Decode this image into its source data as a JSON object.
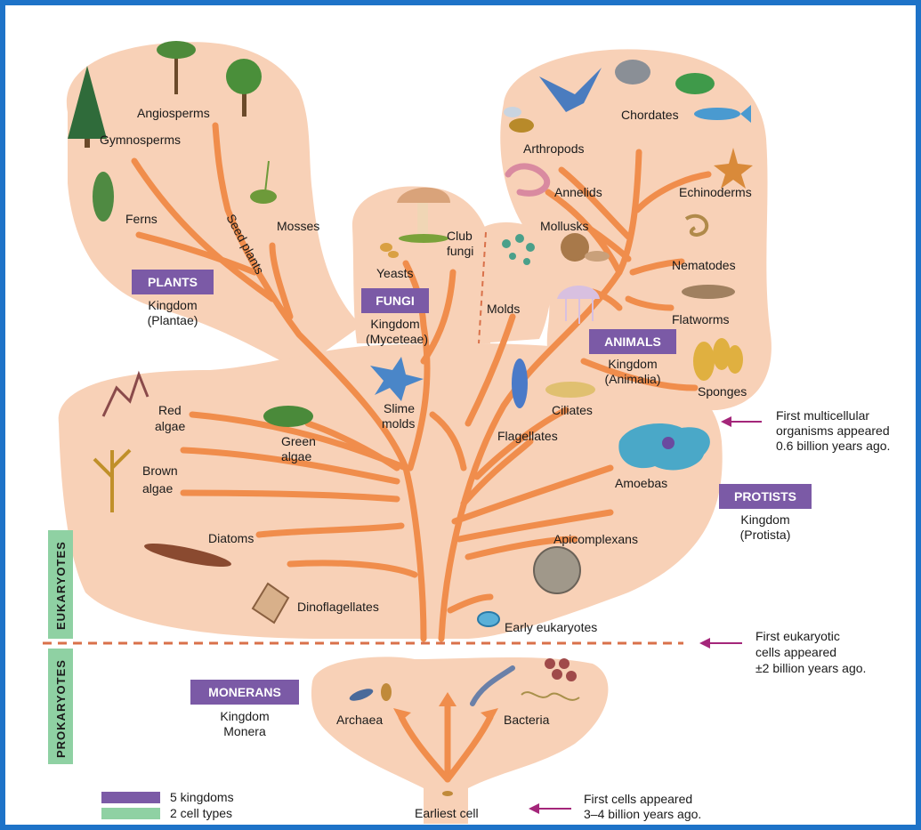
{
  "colors": {
    "kingdom_box": "#7b5aa6",
    "cell_type_box": "#8fd1a3",
    "blob": "#f8d1b7",
    "branch": "#f08d4c",
    "arrow": "#a4267a",
    "border": "#1e73c8",
    "divider": "#d9714a"
  },
  "kingdoms": {
    "plants": {
      "name": "PLANTS",
      "line1": "Kingdom",
      "line2": "(Plantae)"
    },
    "fungi": {
      "name": "FUNGI",
      "line1": "Kingdom",
      "line2": "(Myceteae)"
    },
    "animals": {
      "name": "ANIMALS",
      "line1": "Kingdom",
      "line2": "(Animalia)"
    },
    "protists": {
      "name": "PROTISTS",
      "line1": "Kingdom",
      "line2": "(Protista)"
    },
    "monerans": {
      "name": "MONERANS",
      "line1": "Kingdom",
      "line2": "Monera"
    }
  },
  "cell_types": {
    "eukaryotes": "EUKARYOTES",
    "prokaryotes": "PROKARYOTES"
  },
  "labels": {
    "angiosperms": "Angiosperms",
    "gymnosperms": "Gymnosperms",
    "ferns": "Ferns",
    "mosses": "Mosses",
    "seed_plants": "Seed plants",
    "yeasts": "Yeasts",
    "club_fungi_1": "Club",
    "club_fungi_2": "fungi",
    "molds": "Molds",
    "slime_molds_1": "Slime",
    "slime_molds_2": "molds",
    "chordates": "Chordates",
    "arthropods": "Arthropods",
    "annelids": "Annelids",
    "echinoderms": "Echinoderms",
    "mollusks": "Mollusks",
    "nematodes": "Nematodes",
    "flatworms": "Flatworms",
    "sponges": "Sponges",
    "red_algae_1": "Red",
    "red_algae_2": "algae",
    "green_algae_1": "Green",
    "green_algae_2": "algae",
    "brown_algae_1": "Brown",
    "brown_algae_2": "algae",
    "diatoms": "Diatoms",
    "dinoflagellates": "Dinoflagellates",
    "flagellates": "Flagellates",
    "ciliates": "Ciliates",
    "amoebas": "Amoebas",
    "apicomplexans": "Apicomplexans",
    "early_eukaryotes": "Early eukaryotes",
    "archaea": "Archaea",
    "bacteria": "Bacteria",
    "earliest_cell": "Earliest cell"
  },
  "notes": {
    "multicellular": [
      "First multicellular",
      "organisms appeared",
      "0.6 billion years ago."
    ],
    "eukaryotic": [
      "First eukaryotic",
      "cells appeared",
      "±2 billion years ago."
    ],
    "first_cells": [
      "First  cells appeared",
      "3–4 billion years ago."
    ]
  },
  "legend": {
    "kingdoms": "5 kingdoms",
    "cell_types": "2 cell types"
  }
}
